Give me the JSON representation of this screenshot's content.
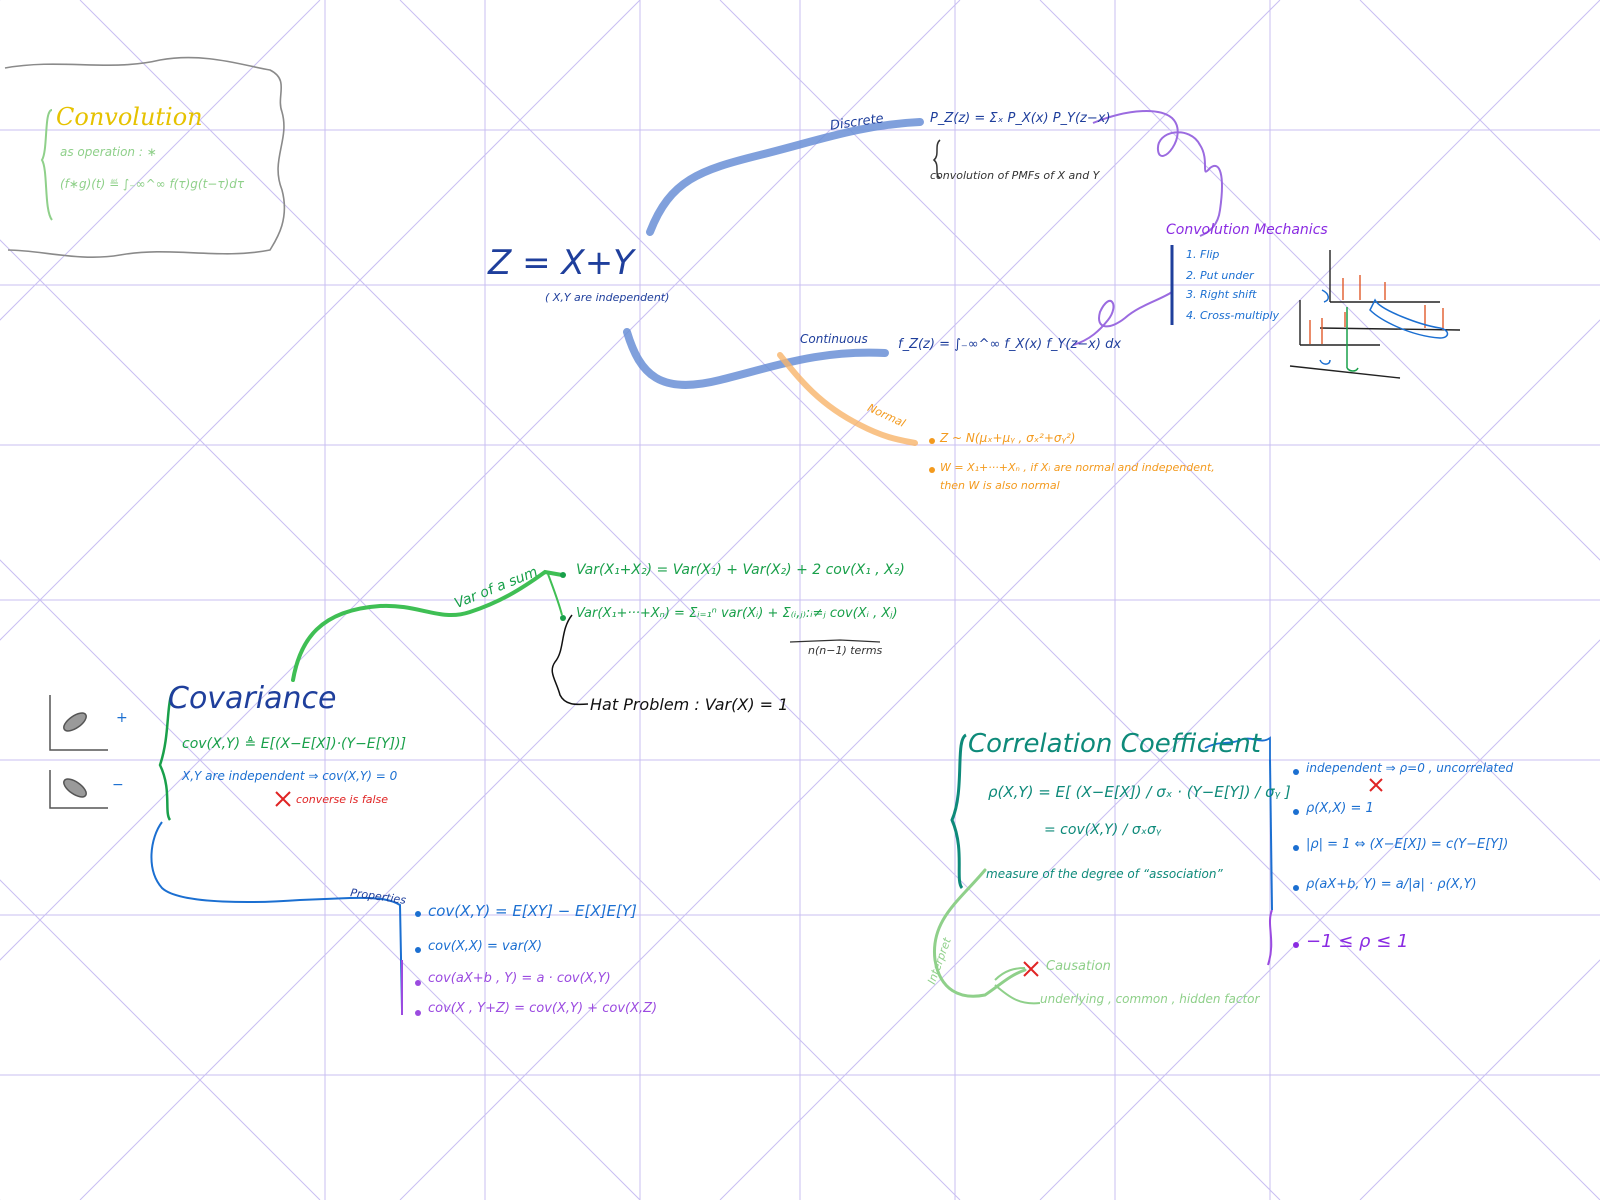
{
  "colors": {
    "grid": "#c9bff2",
    "dark_blue": "#1f3f9c",
    "blue": "#1b6fd1",
    "light_blue": "#6a8fd6",
    "green": "#19a04a",
    "teal": "#0e8a7a",
    "orange": "#f39a1e",
    "purple": "#8a2be2",
    "red": "#e02424",
    "yellow": "#e6c200",
    "light_green": "#8fd08a",
    "black": "#111111",
    "gray": "#777777"
  },
  "convolution_box": {
    "title": "Convolution",
    "op_line": "as operation : ∗",
    "formula": "(f∗g)(t) ≝ ∫₋∞^∞ f(τ)g(t−τ)dτ"
  },
  "center": {
    "main": "Z = X+Y",
    "sub": "( X,Y are independent)"
  },
  "discrete": {
    "branch_label": "Discrete",
    "formula": "P_Z(z) = Σₓ P_X(x) P_Y(z−x)",
    "note": "convolution of PMFs of X and Y"
  },
  "continuous": {
    "branch_label": "Continuous",
    "formula": "f_Z(z) = ∫₋∞^∞ f_X(x) f_Y(z−x) dx"
  },
  "normal": {
    "branch_label": "Normal",
    "line1": "Z ~ N(μₓ+μᵧ , σₓ²+σᵧ²)",
    "line2": "W = X₁+···+Xₙ , if Xᵢ are normal and independent,",
    "line3": "then W is also normal"
  },
  "mechanics": {
    "title": "Convolution Mechanics",
    "steps": [
      "1. Flip",
      "2. Put under",
      "3. Right shift",
      "4. Cross-multiply"
    ]
  },
  "var_sum": {
    "branch_label": "Var of a sum",
    "line1": "Var(X₁+X₂) = Var(X₁) + Var(X₂) + 2 cov(X₁ , X₂)",
    "line2": "Var(X₁+···+Xₙ) = Σᵢ₌₁ⁿ var(Xᵢ) + Σ₍ᵢ,ⱼ₎:ᵢ≠ⱼ cov(Xᵢ , Xⱼ)",
    "terms_note": "n(n−1) terms",
    "hat": "Hat Problem : Var(X) = 1"
  },
  "covariance": {
    "title": "Covariance",
    "definition": "cov(X,Y) ≜ E[(X−E[X])·(Y−E[Y])]",
    "independent": "X,Y are independent ⇒ cov(X,Y) = 0",
    "converse": "converse is false",
    "plus": "+",
    "minus": "−"
  },
  "properties": {
    "branch_label": "Properties",
    "items": [
      "cov(X,Y) = E[XY] − E[X]E[Y]",
      "cov(X,X) = var(X)",
      "cov(aX+b , Y) = a · cov(X,Y)",
      "cov(X , Y+Z) = cov(X,Y) + cov(X,Z)"
    ]
  },
  "correlation": {
    "title": "Correlation Coefficient",
    "def_line1": "ρ(X,Y) = E[ (X−E[X]) / σₓ · (Y−E[Y]) / σᵧ ]",
    "def_line2": "= cov(X,Y) / σₓσᵧ",
    "measure": "measure of the degree of “association”",
    "props": [
      "independent ⇒ ρ=0 , uncorrelated",
      "ρ(X,X) = 1",
      "|ρ| = 1 ⇔ (X−E[X]) = c(Y−E[Y])",
      "ρ(aX+b, Y) = a/|a| · ρ(X,Y)",
      "−1 ≤ ρ ≤ 1"
    ]
  },
  "interpret": {
    "branch_label": "Interpret",
    "causation": "Causation",
    "hidden": "underlying , common , hidden factor"
  }
}
